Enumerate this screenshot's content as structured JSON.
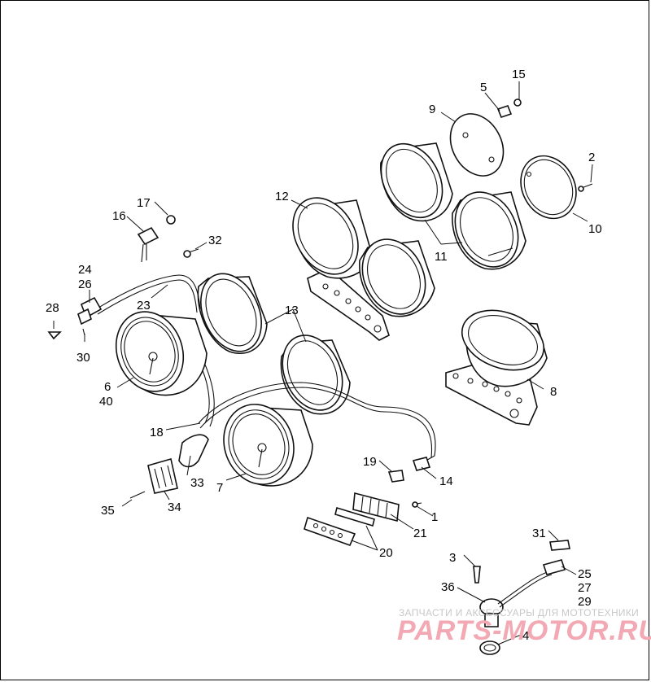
{
  "labels": {
    "l1": "1",
    "l2": "2",
    "l3": "3",
    "l4": "4",
    "l5": "5",
    "l6": "6",
    "l7": "7",
    "l8": "8",
    "l9": "9",
    "l10": "10",
    "l11": "11",
    "l12": "12",
    "l13": "13",
    "l14": "14",
    "l15": "15",
    "l16": "16",
    "l17": "17",
    "l18": "18",
    "l19": "19",
    "l20": "20",
    "l21": "21",
    "l23": "23",
    "l24": "24",
    "l25": "25",
    "l26": "26",
    "l27": "27",
    "l28": "28",
    "l29": "29",
    "l30": "30",
    "l31": "31",
    "l32": "32",
    "l33": "33",
    "l34": "34",
    "l35": "35",
    "l36": "36",
    "l40": "40"
  },
  "watermark": {
    "tagline": "ЗАПЧАСТИ И АКСЕССУАРЫ ДЛЯ МОТОТЕХНИКИ",
    "logo": "PARTS-MOTOR.RU"
  },
  "colors": {
    "line": "#111111",
    "background": "#ffffff",
    "watermark": "#f2a9b4"
  }
}
